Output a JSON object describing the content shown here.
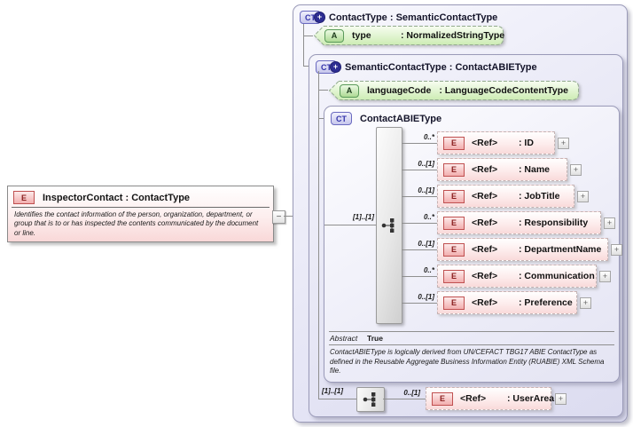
{
  "icons": {
    "element": "E",
    "complex_type": "CT",
    "plus_badge": "+",
    "attribute": "A",
    "expand": "+",
    "collapse": "−"
  },
  "colors": {
    "element_accent": "#c05050",
    "attribute_accent": "#5a9a5a",
    "complex_type_accent": "#3333aa",
    "container_fill": "#e7e7f6",
    "element_fill": "#f9dada"
  },
  "left_element": {
    "title": "InspectorContact : ContactType",
    "description": "Identifies the contact information of the person, organization, department, or group that is to or has inspected the contents communicated by the document or line."
  },
  "contact_type": {
    "title": "ContactType : SemanticContactType",
    "attribute": {
      "name": "type",
      "type": ": NormalizedStringType"
    }
  },
  "semantic_contact_type": {
    "title": "SemanticContactType : ContactABIEType",
    "attribute": {
      "name": "languageCode",
      "type": ": LanguageCodeContentType"
    }
  },
  "contact_abie_type": {
    "title": "ContactABIEType",
    "sequence_cardinality": "[1]..[1]",
    "elements": [
      {
        "cardinality": "0..*",
        "name": "<Ref>",
        "type": ": ID"
      },
      {
        "cardinality": "0..[1]",
        "name": "<Ref>",
        "type": ": Name"
      },
      {
        "cardinality": "0..[1]",
        "name": "<Ref>",
        "type": ": JobTitle"
      },
      {
        "cardinality": "0..*",
        "name": "<Ref>",
        "type": ": Responsibility"
      },
      {
        "cardinality": "0..[1]",
        "name": "<Ref>",
        "type": ": DepartmentName"
      },
      {
        "cardinality": "0..*",
        "name": "<Ref>",
        "type": ": Communication"
      },
      {
        "cardinality": "0..[1]",
        "name": "<Ref>",
        "type": ": Preference"
      }
    ],
    "abstract_label": "Abstract",
    "abstract_value": "True",
    "note": "ContactABIEType is logically derived from UN/CEFACT TBG17 ABIE ContactType as defined in the Reusable Aggregate Business Information Entity (RUABIE) XML Schema file."
  },
  "user_area_row": {
    "sequence_cardinality": "[1]..[1]",
    "cardinality": "0..[1]",
    "name": "<Ref>",
    "type": ": UserArea"
  }
}
